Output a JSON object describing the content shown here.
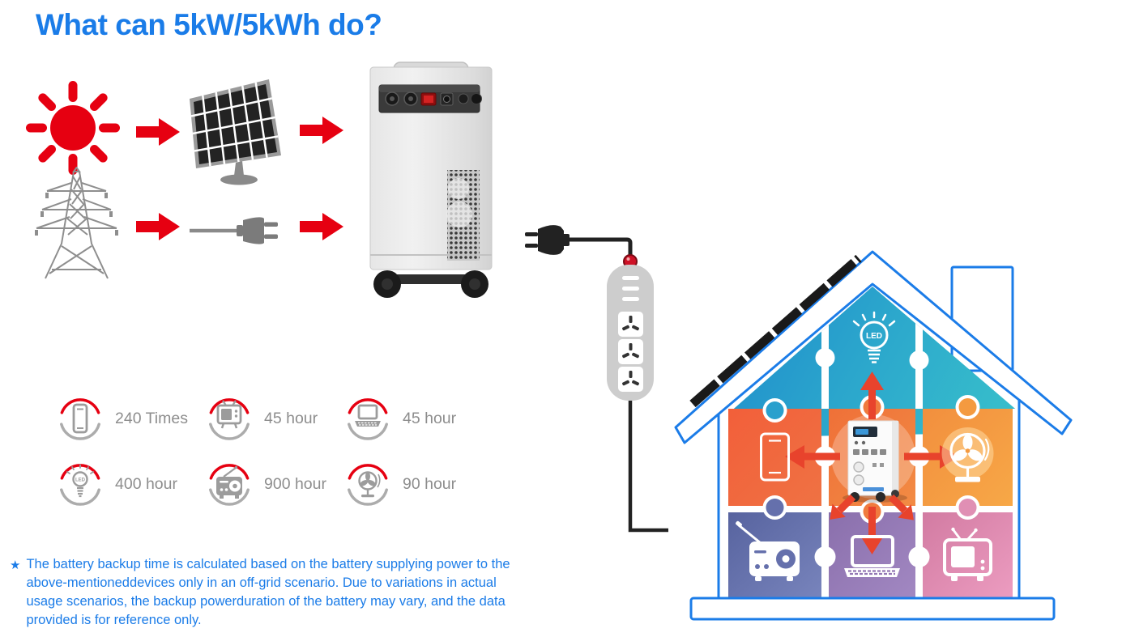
{
  "title": "What can 5kW/5kWh do?",
  "flow": {
    "source_icons": [
      "sun",
      "power-tower"
    ],
    "converter_icons": [
      "solar-panel",
      "plug-cord"
    ],
    "device": "power-station",
    "output": "power-strip"
  },
  "stats": [
    {
      "icon": "phone-icon",
      "value": "240 Times"
    },
    {
      "icon": "tv-icon",
      "value": "45 hour"
    },
    {
      "icon": "laptop-icon",
      "value": "45 hour"
    },
    {
      "icon": "led-bulb-icon",
      "value": "400 hour",
      "badge": "LED"
    },
    {
      "icon": "radio-icon",
      "value": "900 hour"
    },
    {
      "icon": "fan-icon",
      "value": "90 hour"
    }
  ],
  "note": {
    "marker": "★",
    "text": "The battery backup time is calculated based on the battery supplying power to the above-mentioneddevices only in an off-grid scenario. Due to variations in actual usage scenarios, the backup powerduration of the battery may vary, and the data provided is for reference only."
  },
  "house": {
    "led_label": "LED",
    "appliance_icons": [
      "led-bulb",
      "phone",
      "fan",
      "radio",
      "laptop",
      "tv"
    ]
  },
  "colors": {
    "accent_blue": "#1A7CE8",
    "red": "#E60011",
    "arrow_orange": "#E8432C",
    "stat_text_gray": "#8D8D8D",
    "icon_gray": "#9C9C9C",
    "house_teal": "#2AA7CE",
    "puzzle_orange_red": "#F1663E",
    "puzzle_center_orange": "#F0793C",
    "puzzle_orange": "#F49A40",
    "puzzle_slate_blue": "#5F6BA9",
    "puzzle_purple": "#9377B4",
    "puzzle_pink": "#DE86AE"
  }
}
